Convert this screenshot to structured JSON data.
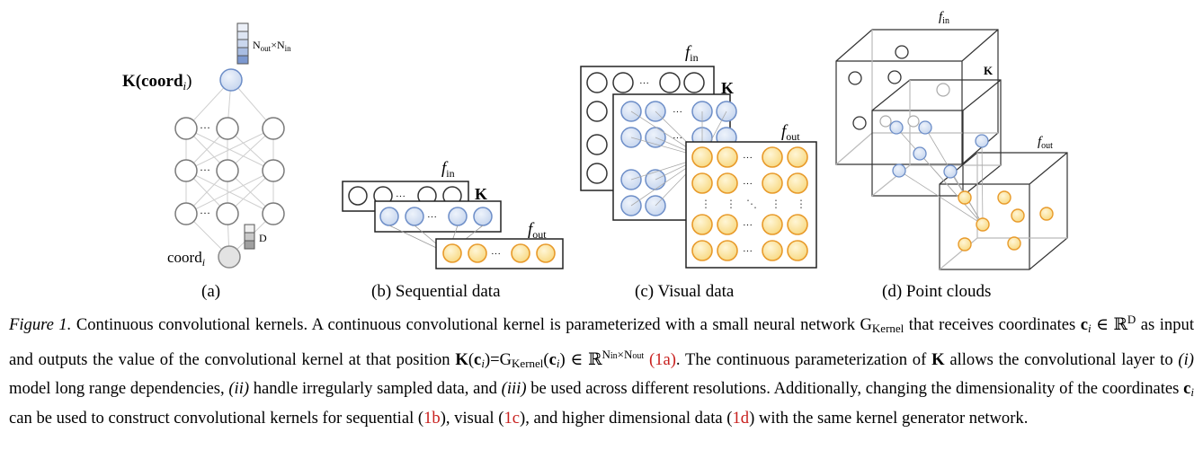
{
  "panels": {
    "a": {
      "kernel_label": "K(coord",
      "kernel_sub": "i",
      "kernel_close": ")",
      "output_dim": "N",
      "output_dim_sub1": "out",
      "output_dim_mid": "×N",
      "output_dim_sub2": "in",
      "input_label": "coord",
      "input_sub": "i",
      "input_dim": "D",
      "ellipsis": "···"
    },
    "b": {
      "f_in": "f",
      "f_in_sub": "in",
      "k": "K",
      "f_out": "f",
      "f_out_sub": "out",
      "ellipsis": "···"
    },
    "c": {
      "f_in": "f",
      "f_in_sub": "in",
      "k": "K",
      "f_out": "f",
      "f_out_sub": "out",
      "ellipsis": "···"
    },
    "d": {
      "f_in": "f",
      "f_in_sub": "in",
      "k": "K",
      "f_out": "f",
      "f_out_sub": "out"
    }
  },
  "subcaptions": {
    "a": "(a)",
    "b": "(b) Sequential data",
    "c": "(c) Visual data",
    "d": "(d) Point clouds"
  },
  "caption": {
    "fig_label": "Figure 1.",
    "s1": " Continuous convolutional kernels. A continuous convolutional kernel is parameterized with a small neural network G",
    "gsub1": "Kernel",
    "s2": " that receives coordinates ",
    "c": "c",
    "ci": "i",
    "s3": " ∈ ℝ",
    "rD": "D",
    "s4": " as input and outputs the value of the convolutional kernel at that position ",
    "K1": "K",
    "s5": "(",
    "c2": "c",
    "ci2": "i",
    "s6": ")=G",
    "gsub2": "Kernel",
    "s7": "(",
    "c3": "c",
    "ci3": "i",
    "s8": ") ∈ ℝ",
    "rN": "N",
    "rNin": "in",
    "rX": "×N",
    "rNout": "out",
    "ref1a": "(1a)",
    "s9": ". The continuous parameterization of ",
    "K2": "K",
    "s10": " allows the convolutional layer to ",
    "i1": "(i)",
    "s11": " model long range dependencies, ",
    "i2": "(ii)",
    "s12": " handle irregularly sampled data, and ",
    "i3": "(iii)",
    "s13": " be used across different resolutions. Additionally, changing the dimensionality of the coordinates ",
    "c4": "c",
    "ci4": "i",
    "s14": " can be used to construct convolutional kernels for sequential (",
    "ref1b": "1b",
    "s15": "), visual (",
    "ref1c": "1c",
    "s16": "), and higher dimensional data (",
    "ref1d": "1d",
    "s17": ") with the same kernel generator network."
  },
  "colors": {
    "blue_node_fill": "#d8e3f3",
    "blue_node_stroke": "#6d8ec8",
    "orange_node_fill": "#fbe7a6",
    "orange_node_stroke": "#e89a2a",
    "gray_node": "#e6e6e6",
    "ref": "#c8201e"
  }
}
